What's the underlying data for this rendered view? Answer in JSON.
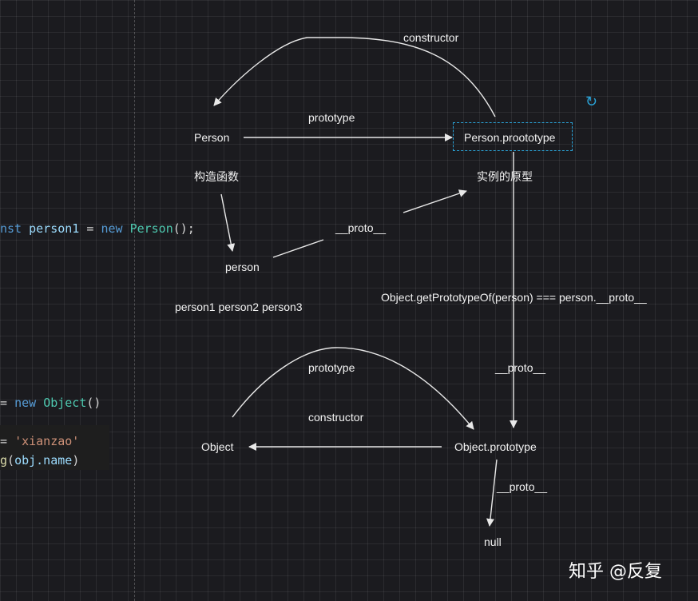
{
  "labels": {
    "constructor_top": "constructor",
    "prototype_top": "prototype",
    "person": "Person",
    "person_prototype": "Person.proototype",
    "ctor_fn": "构造函数",
    "instance_proto": "实例的原型",
    "proto_1": "__proto__",
    "person_instance": "person",
    "instances": "person1 person2 person3",
    "getproto": "Object.getPrototypeOf(person) === person.__proto__",
    "proto_2": "__proto__",
    "prototype_bottom": "prototype",
    "constructor_bottom": "constructor",
    "object": "Object",
    "object_prototype": "Object.prototype",
    "proto_3": "__proto__",
    "null": "null"
  },
  "code": {
    "line1": {
      "kw": "nst",
      "var": "person1",
      "eq": " = ",
      "new": "new",
      "cls": "Person",
      "end": "();"
    },
    "line2": {
      "eq": "= ",
      "new": "new",
      "cls": "Object",
      "end": "()"
    },
    "line3": {
      "eq": "= ",
      "str": "'xianzao'"
    },
    "line4": {
      "fn": "g",
      "open": "(",
      "var": "obj.name",
      "close": ")"
    }
  },
  "icons": {
    "refresh": "refresh-icon"
  },
  "watermark": "知乎 @反复",
  "colors": {
    "background": "#1b1b1f",
    "selection": "#2aa3d8",
    "arrow": "#e8e8e8"
  }
}
